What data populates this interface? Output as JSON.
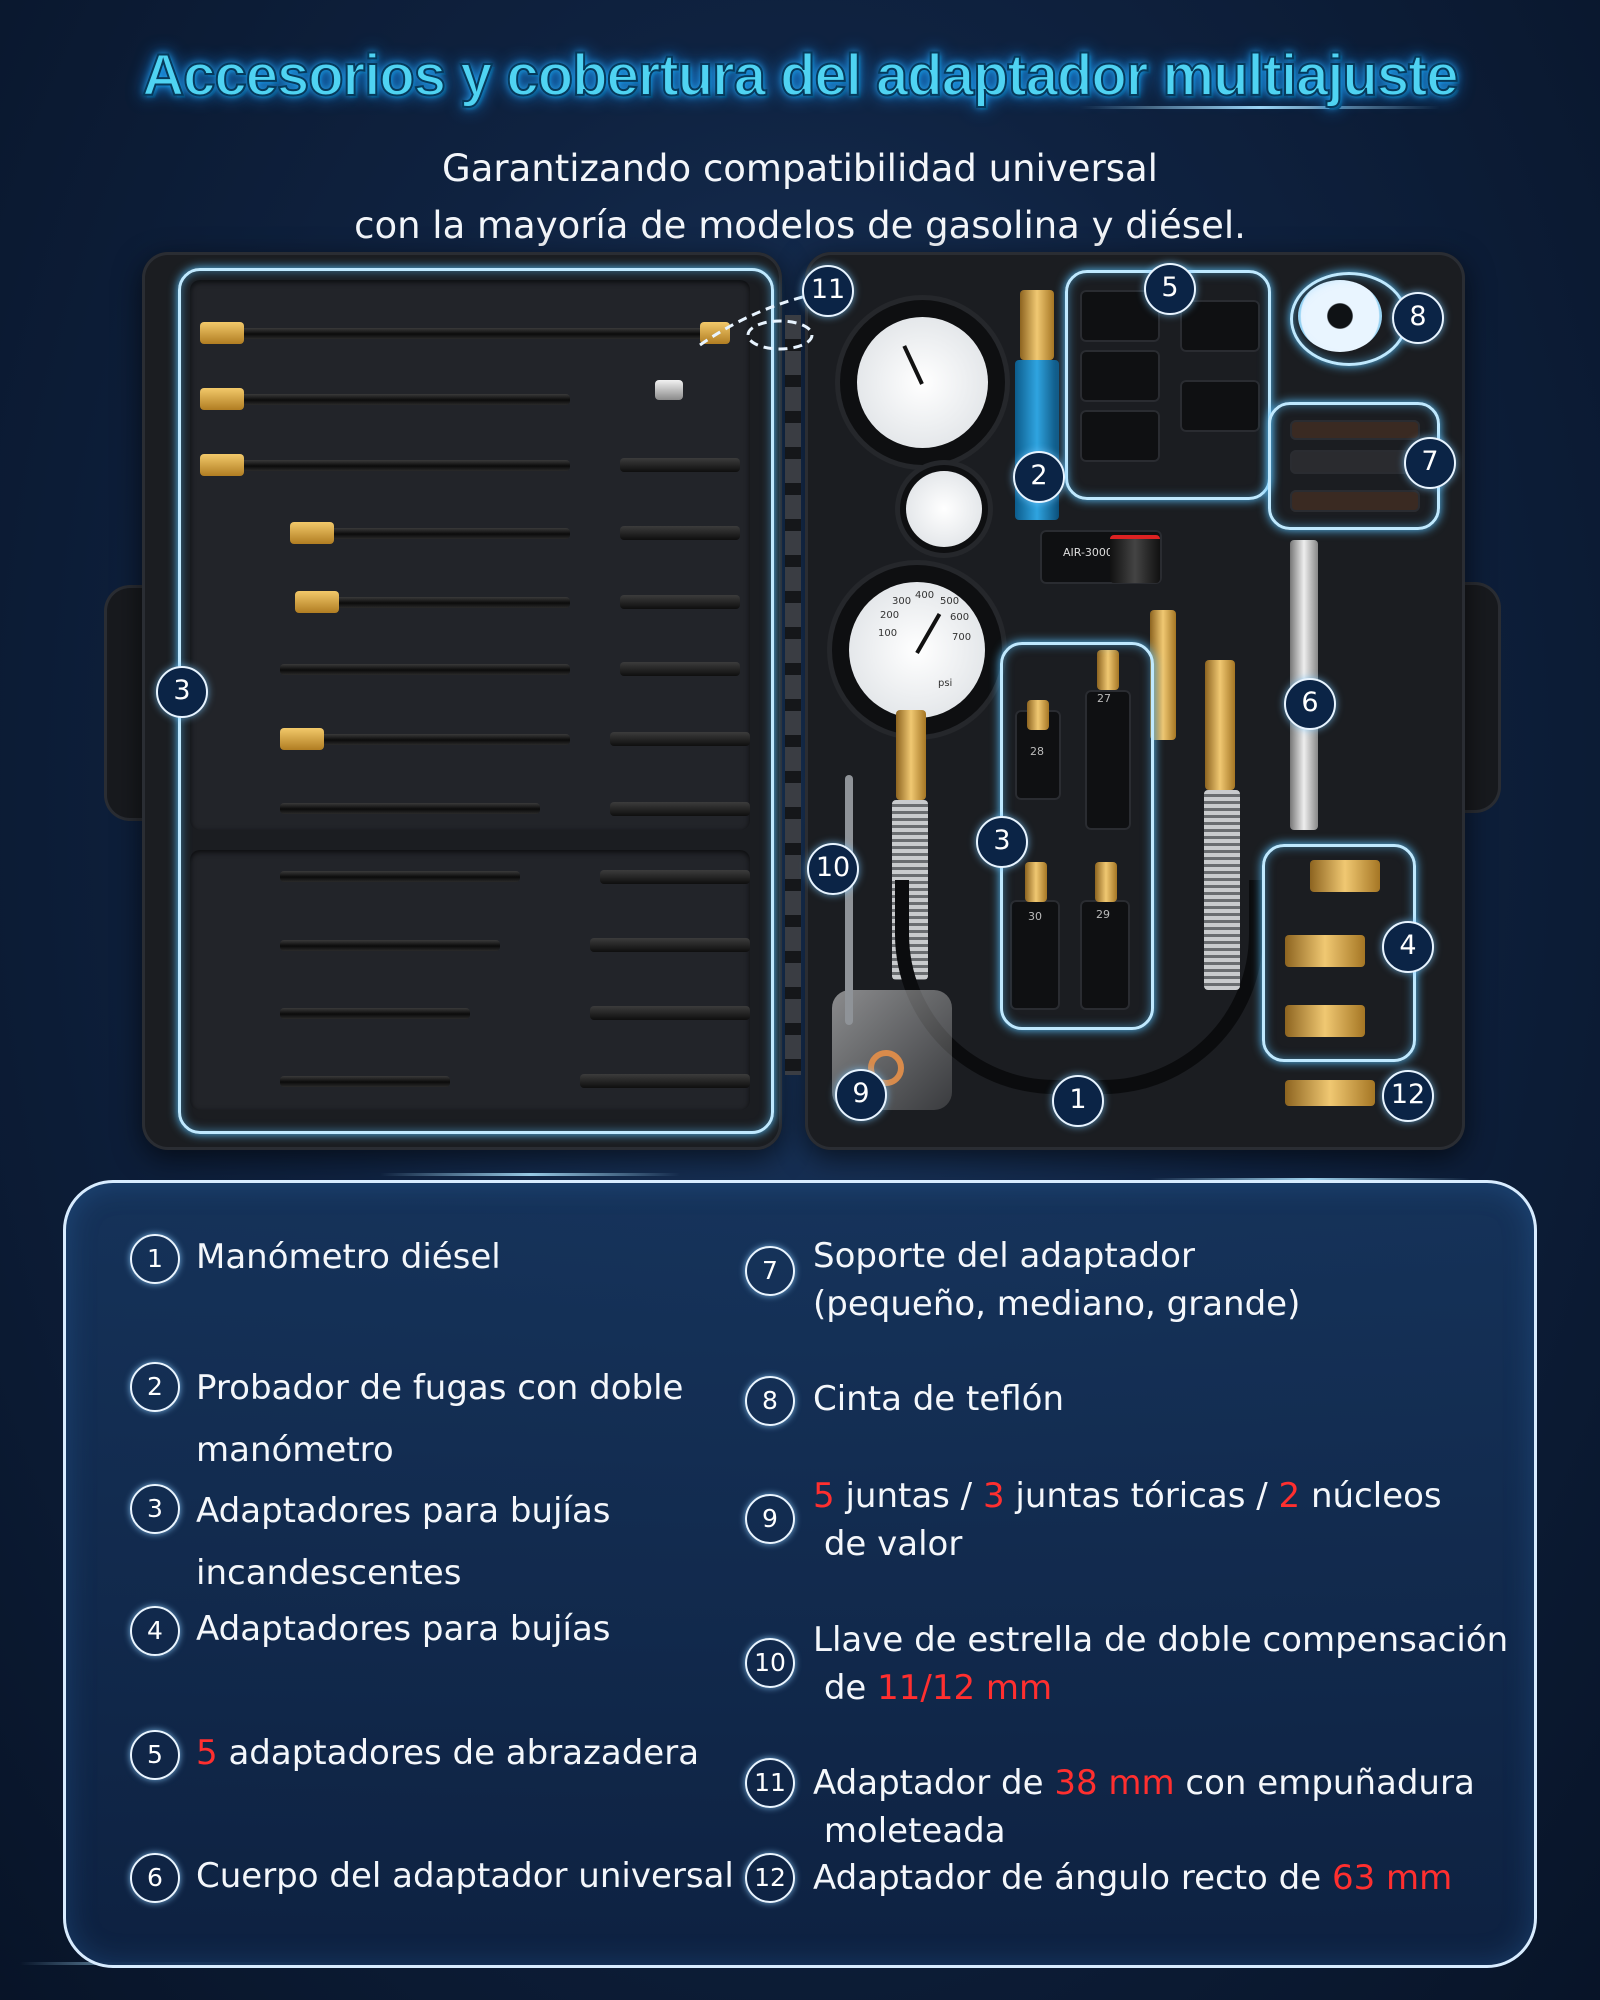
{
  "title": "Accesorios y cobertura del adaptador multiajuste",
  "subtitle": {
    "line1": "Garantizando compatibilidad universal",
    "line2": "con la mayoría de modelos de gasolina y diésel."
  },
  "case_callouts": [
    "11",
    "5",
    "8",
    "2",
    "7",
    "3",
    "6",
    "3",
    "10",
    "4",
    "9",
    "1",
    "12"
  ],
  "gauge_dial_marks": [
    "100",
    "200",
    "300",
    "400",
    "500",
    "600",
    "700"
  ],
  "gauge_unit_label": "psi",
  "adapter_marks": [
    "28",
    "27",
    "30",
    "29"
  ],
  "regulator_label": "AIR-3000",
  "accent_red": "#ff2f2f",
  "legend": {
    "i1": {
      "num": "1",
      "text": "Manómetro diésel"
    },
    "i2": {
      "num": "2",
      "line1": "Probador de fugas con doble",
      "line2": "manómetro"
    },
    "i3": {
      "num": "3",
      "line1": "Adaptadores para bujías",
      "line2": "incandescentes"
    },
    "i4": {
      "num": "4",
      "text": "Adaptadores para bujías"
    },
    "i5": {
      "num": "5",
      "qty": "5",
      "text": " adaptadores de abrazadera"
    },
    "i6": {
      "num": "6",
      "text": "Cuerpo del adaptador universal"
    },
    "i7": {
      "num": "7",
      "line1": "Soporte del adaptador",
      "line2": "(pequeño, mediano, grande)"
    },
    "i8": {
      "num": "8",
      "text": "Cinta de teflón"
    },
    "i9": {
      "num": "9",
      "q1": "5",
      "t1": " juntas / ",
      "q2": "3",
      "t2": " juntas tóricas / ",
      "q3": "2",
      "t3": " núcleos",
      "line2": "de valor"
    },
    "i10": {
      "num": "10",
      "line1": "Llave de estrella de doble compensación",
      "pre": "de ",
      "size": "11/12 mm"
    },
    "i11": {
      "num": "11",
      "pre": "Adaptador de ",
      "size": "38 mm",
      "post": " con empuñadura",
      "line2": "moleteada"
    },
    "i12": {
      "num": "12",
      "pre": "Adaptador de ángulo recto de ",
      "size": "63 mm"
    }
  }
}
